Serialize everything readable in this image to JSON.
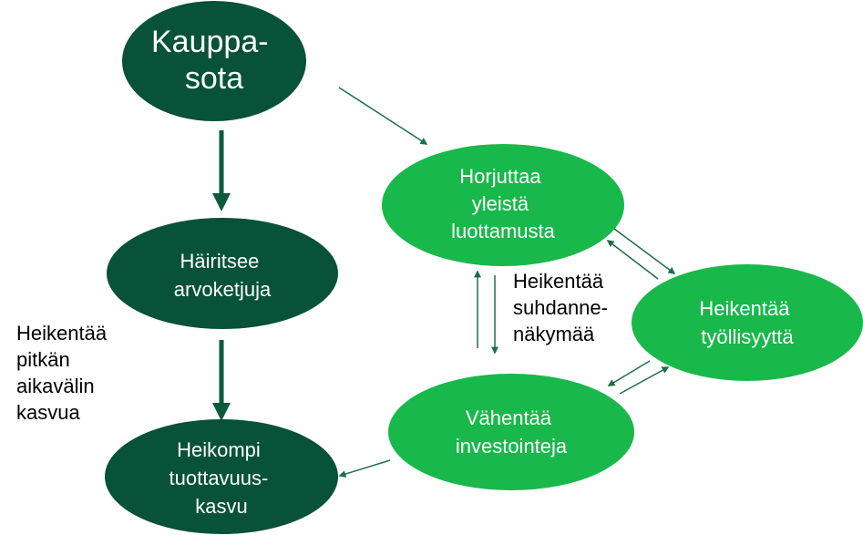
{
  "colors": {
    "dark_green": "#075239",
    "light_green": "#19b84a",
    "arrow_dark": "#0b5a3c",
    "arrow_light": "#1d7a4a",
    "text_on_node": "#ffffff",
    "side_text": "#000000"
  },
  "nodes": {
    "kauppasota": [
      "Kauppa-",
      "sota"
    ],
    "hairitsee": [
      "Häiritsee",
      "arvoketjuja"
    ],
    "heikompi": [
      "Heikompi",
      "tuottavuus-",
      "kasvu"
    ],
    "horjuttaa": [
      "Horjuttaa",
      "yleistä",
      "luottamusta"
    ],
    "tyollisyys": [
      "Heikentää",
      "työllisyyttä"
    ],
    "investoinnit": [
      "Vähentää",
      "investointeja"
    ]
  },
  "labels": {
    "pitkan": [
      "Heikentää",
      "pitkän",
      "aikavälin",
      "kasvua"
    ],
    "suhdanne": [
      "Heikentää",
      "suhdanne-",
      "näkymää"
    ]
  }
}
